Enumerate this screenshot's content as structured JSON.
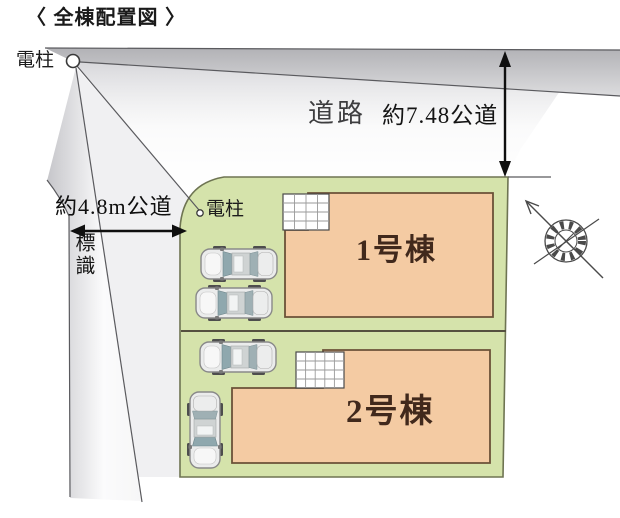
{
  "title": "〈 全棟配置図 〉",
  "diagram": {
    "roads": {
      "top_road": {
        "label": "道路",
        "width_label": "約7.48公道"
      },
      "side_road": {
        "width_label": "約4.8m公道"
      }
    },
    "markers": {
      "utility_pole_top": "電柱",
      "utility_pole_site": "電柱",
      "sign": "標識"
    },
    "buildings": [
      {
        "id": 1,
        "label": "1号棟"
      },
      {
        "id": 2,
        "label": "2号棟"
      }
    ],
    "parking": {
      "car_count": 4
    },
    "compass": "north-arrow"
  },
  "colors": {
    "site_green": "#d5e3ab",
    "site_border": "#6e7452",
    "building_fill": "#f4cba3",
    "building_border": "#6b5138",
    "building_label": "#41291c",
    "road_gray": "#b2b2b6",
    "road_gray_mid": "#dcdcde",
    "line": "#55555a",
    "arrow_black": "#0f0f0f"
  }
}
